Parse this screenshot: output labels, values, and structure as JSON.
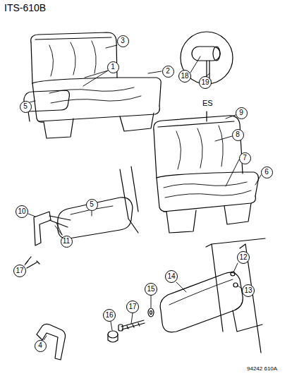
{
  "diagram": {
    "title": "ITS-610B",
    "nodes": [
      {
        "text": [
          "3"
        ]
      },
      {
        "text": [
          "1"
        ]
      },
      {
        "text": [
          "2"
        ]
      },
      {
        "text": [
          "5"
        ]
      },
      {
        "text": [
          "18"
        ]
      },
      {
        "text": [
          "19"
        ]
      },
      {
        "text": [
          "9"
        ]
      },
      {
        "text": [
          "8"
        ]
      },
      {
        "text": [
          "7"
        ]
      },
      {
        "text": [
          "6"
        ]
      },
      {
        "text": [
          "5"
        ]
      },
      {
        "text": [
          "10"
        ]
      },
      {
        "text": [
          "11"
        ]
      },
      {
        "text": [
          "17"
        ]
      },
      {
        "text": [
          "12"
        ]
      },
      {
        "text": [
          "13"
        ]
      },
      {
        "text": [
          "14"
        ]
      },
      {
        "text": [
          "15"
        ]
      },
      {
        "text": [
          "16"
        ]
      },
      {
        "text": [
          "17"
        ]
      },
      {
        "text": [
          "4"
        ]
      }
    ],
    "labels": [
      "ES",
      "94242 610A"
    ]
  }
}
